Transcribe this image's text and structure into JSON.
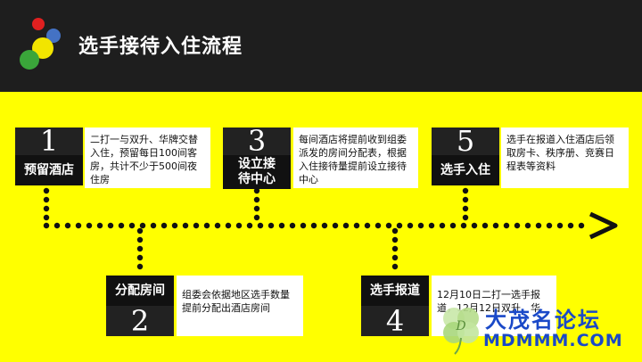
{
  "header": {
    "title": "选手接待入住流程"
  },
  "steps": [
    {
      "number": "1",
      "label": "预留酒店",
      "desc": "二打一与双升、华牌交替入住，预留每日100间客房，共计不少于500间夜住房"
    },
    {
      "number": "2",
      "label": "分配房间",
      "desc": "组委会依据地区选手数量提前分配出酒店房间"
    },
    {
      "number": "3",
      "label": "设立接待中心",
      "desc": "每间酒店将提前收到组委派发的房间分配表，根据入住接待量提前设立接待中心"
    },
    {
      "number": "4",
      "label": "选手报道",
      "desc": "12月10日二打一选手报道，12月12日双升、华"
    },
    {
      "number": "5",
      "label": "选手入住",
      "desc": "选手在报道入住酒店后领取房卡、秩序册、竞赛日程表等资料"
    }
  ],
  "watermark": {
    "cn": "大茂名论坛",
    "en": "MDMMM.COM"
  },
  "colors": {
    "header_bg": "#1e1e1e",
    "main_bg": "#ffff00",
    "box_dark": "#111111",
    "watermark_blue": "#1a49c8"
  }
}
